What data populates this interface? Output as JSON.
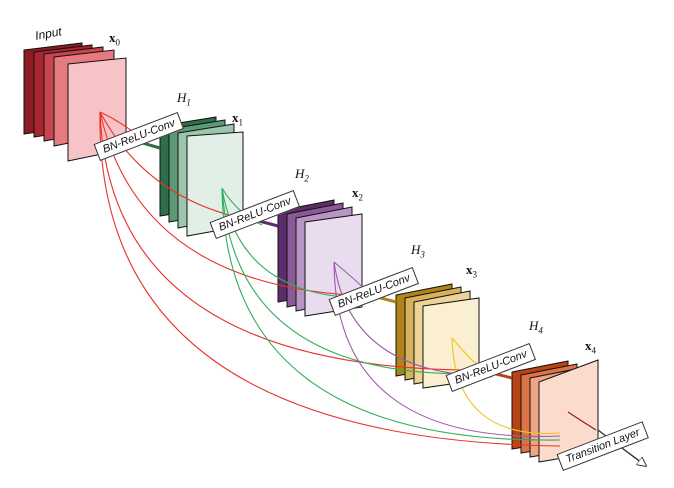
{
  "labels": {
    "input": "Input",
    "x": [
      "x",
      "x",
      "x",
      "x",
      "x"
    ],
    "x_sub": [
      "0",
      "1",
      "2",
      "3",
      "4"
    ],
    "h": [
      "H",
      "H",
      "H",
      "H"
    ],
    "h_sub": [
      "1",
      "2",
      "3",
      "4"
    ],
    "op": [
      "BN-ReLU-Conv",
      "BN-ReLU-Conv",
      "BN-ReLU-Conv",
      "BN-ReLU-Conv"
    ],
    "transition": "Transition Layer"
  },
  "colors": {
    "block0": [
      "#8b1c24",
      "#a9262f",
      "#c9444d",
      "#e57a80",
      "#f6c4c7"
    ],
    "block1": [
      "#2e6e4a",
      "#5e9975",
      "#9cc5ac",
      "#e2efe7"
    ],
    "block2": [
      "#5c2d6a",
      "#8a5a98",
      "#b995c4",
      "#e8dcee"
    ],
    "block3": [
      "#b08418",
      "#d8b25a",
      "#ecd39a",
      "#fbefd1"
    ],
    "block4": [
      "#b84416",
      "#db7548",
      "#eea583",
      "#fbdccc"
    ],
    "conn_red": "#e8332b",
    "conn_green": "#2eb05a",
    "conn_purple": "#a25ab0",
    "conn_yellow": "#f0c419"
  }
}
